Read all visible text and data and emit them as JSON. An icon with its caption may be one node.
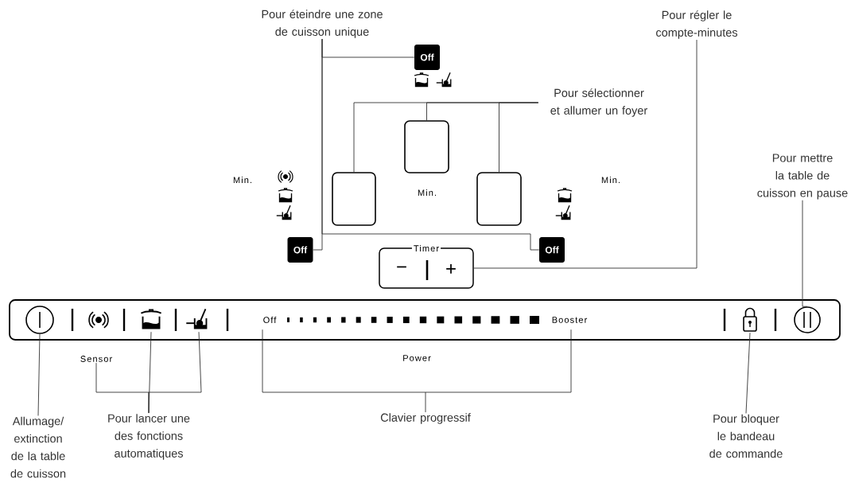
{
  "diagram": {
    "nodes": [
      {
        "text": [
          "Pour éteindre une zone de cuisson unique"
        ]
      },
      {
        "text": [
          "Pour régler le compte-minutes"
        ]
      },
      {
        "text": [
          "Off"
        ]
      },
      {
        "text": [
          "Pour sélectionner et allumer un foyer"
        ]
      },
      {
        "text": [],
        "shape": "box"
      },
      {
        "text": [],
        "shape": "box"
      },
      {
        "text": [],
        "shape": "box"
      },
      {
        "text": [
          "Off"
        ]
      },
      {
        "text": [
          "Off"
        ]
      },
      {
        "text": [
          "Timer",
          "−",
          "+"
        ]
      },
      {
        "text": [
          "Pour mettre la table de cuisson en pause"
        ]
      },
      {
        "text": [],
        "shape": "box"
      },
      {
        "text": [],
        "shape": "circle",
        "in": 11
      },
      {
        "text": [],
        "shape": "picture",
        "in": 11
      },
      {
        "text": [],
        "shape": "picture",
        "in": 11
      },
      {
        "text": [
          "Off",
          "Booster"
        ],
        "in": 11
      },
      {
        "text": [],
        "shape": "picture",
        "in": 11
      },
      {
        "text": [],
        "shape": "circle",
        "in": 11
      },
      {
        "text": [
          "Sensor"
        ]
      },
      {
        "text": [
          "Allumage/ extinction de la table de cuisson"
        ]
      },
      {
        "text": [
          "Pour lancer une des fonctions automatiques"
        ]
      },
      {
        "text": [
          "Clavier progressif"
        ]
      },
      {
        "text": [
          "Pour bloquer le bandeau de commande"
        ]
      }
    ],
    "edges": [
      {
        "from": 0,
        "to": 2,
        "arrow": "none"
      },
      {
        "from": 0,
        "to": 7,
        "arrow": "none"
      },
      {
        "from": 0,
        "to": 8,
        "arrow": "none"
      },
      {
        "from": 3,
        "to": 4,
        "arrow": "none"
      },
      {
        "from": 3,
        "to": 5,
        "arrow": "none"
      },
      {
        "from": 3,
        "to": 6,
        "arrow": "none"
      },
      {
        "from": 1,
        "to": 9,
        "arrow": "none"
      },
      {
        "from": 10,
        "to": 17,
        "arrow": "none"
      },
      {
        "from": 19,
        "to": 12,
        "arrow": "none"
      },
      {
        "from": 20,
        "to": 18,
        "arrow": "none"
      },
      {
        "from": 20,
        "to": 13,
        "arrow": "none"
      },
      {
        "from": 20,
        "to": 14,
        "arrow": "none"
      },
      {
        "from": 21,
        "to": 15,
        "arrow": "none"
      },
      {
        "from": 22,
        "to": 16,
        "arrow": "none"
      }
    ],
    "labels": [
      "Min.",
      "Min.",
      "Min.",
      "Power"
    ]
  }
}
